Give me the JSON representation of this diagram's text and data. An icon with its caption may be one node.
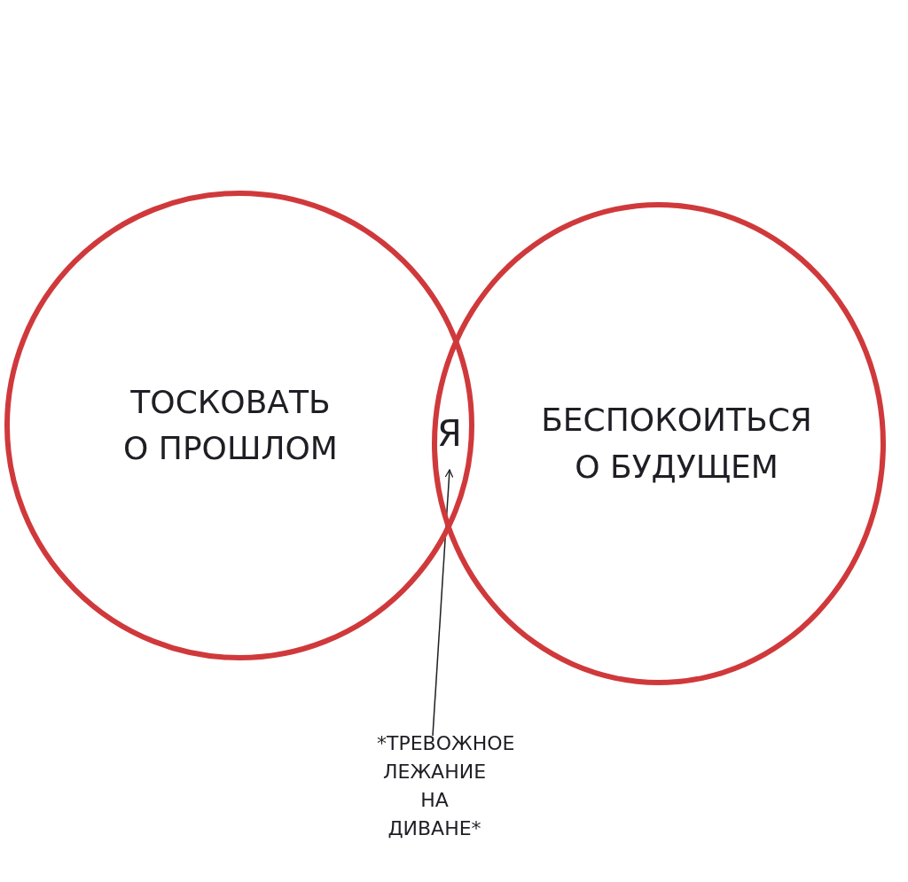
{
  "diagram": {
    "nodes": [
      {
        "text": [
          "ТОСКОВАТЬ О ПРОШЛОМ"
        ]
      },
      {
        "text": [
          "БЕСПОКОИТЬСЯ О БУДУЩЕМ"
        ]
      },
      {
        "text": [
          "Я"
        ]
      },
      {
        "text": [
          "*ТРЕВОЖНОЕ ЛЕЖАНИЕ НА ДИВАНЕ*"
        ]
      }
    ],
    "edges": [
      {
        "from": 3,
        "to": 2,
        "arrow": "to"
      }
    ]
  }
}
